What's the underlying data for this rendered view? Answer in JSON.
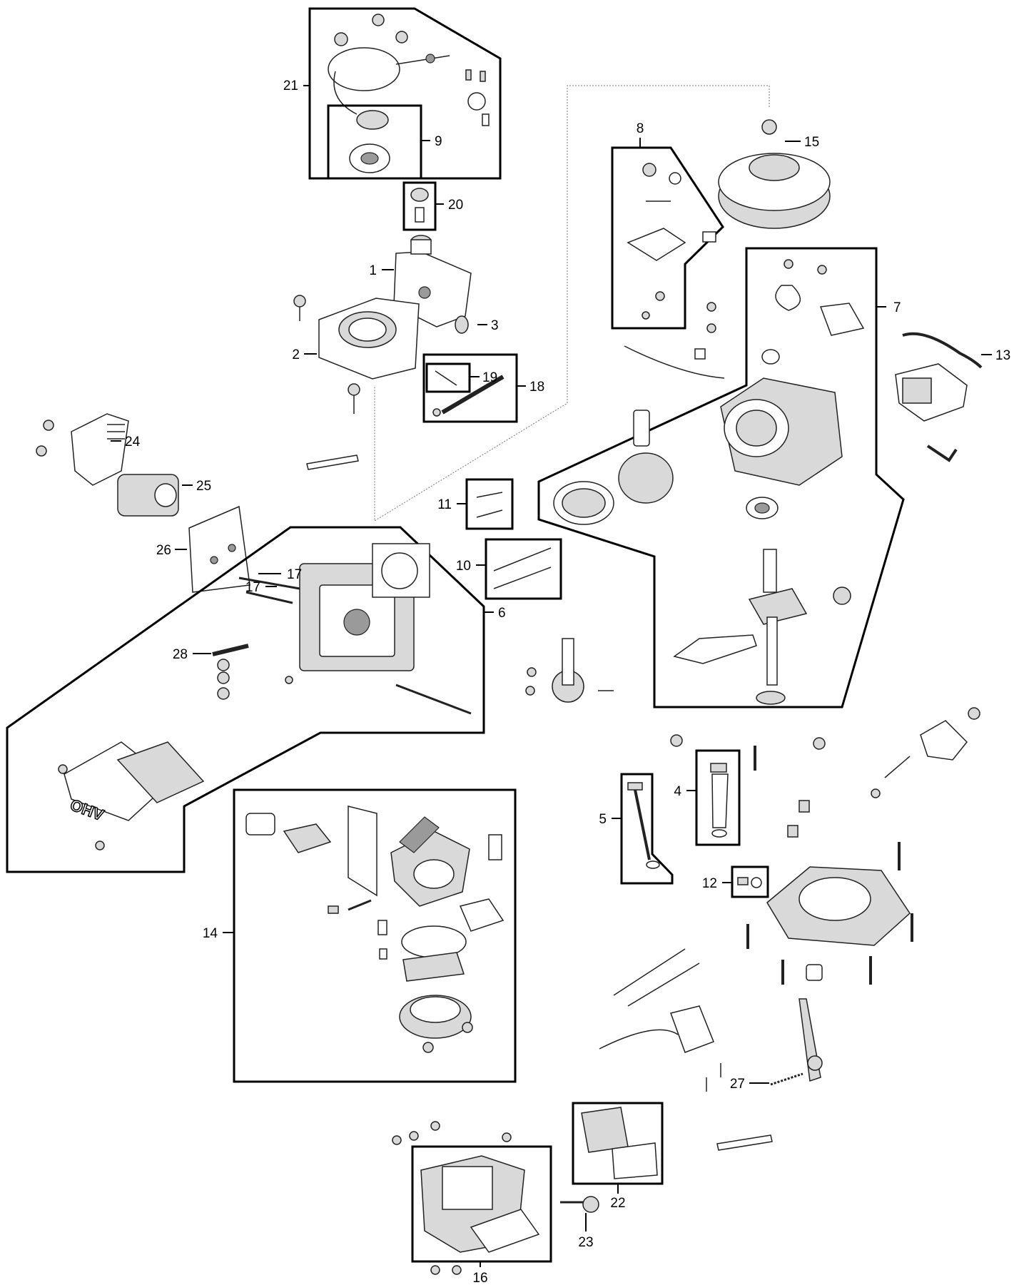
{
  "callouts": {
    "c1": "1",
    "c2": "2",
    "c3": "3",
    "c4": "4",
    "c5": "5",
    "c6": "6",
    "c7": "7",
    "c8": "8",
    "c9": "9",
    "c10": "10",
    "c11": "11",
    "c12": "12",
    "c13": "13",
    "c14": "14",
    "c15": "15",
    "c16": "16",
    "c17a": "17",
    "c17b": "17",
    "c18": "18",
    "c19": "19",
    "c20": "20",
    "c21": "21",
    "c22": "22",
    "c23": "23",
    "c24": "24",
    "c25": "25",
    "c26": "26",
    "c27": "27",
    "c28": "28"
  },
  "valve_cover_mark": "OHV"
}
